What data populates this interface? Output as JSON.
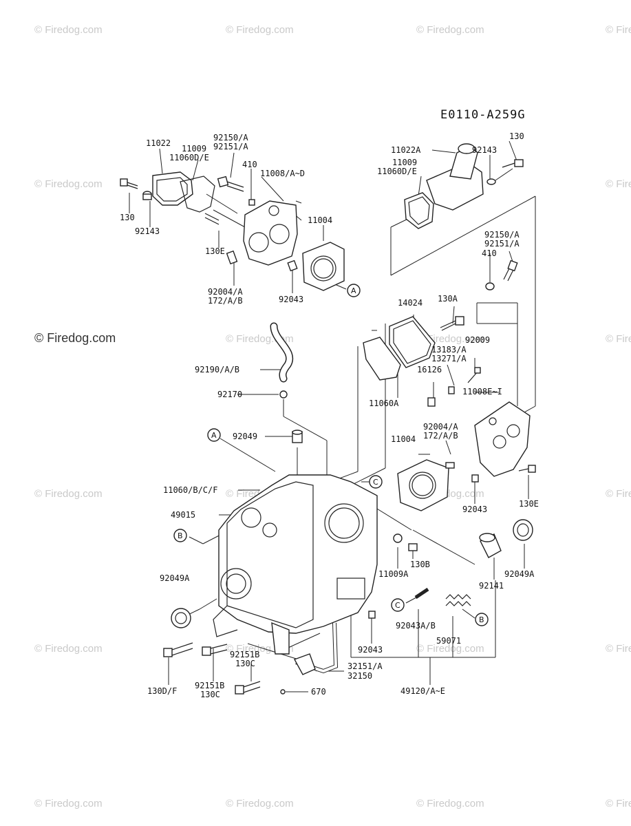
{
  "diagram_code": "E0110-A259G",
  "watermark": "© Firedog.com",
  "refs": [
    "A",
    "B",
    "C"
  ],
  "labels": {
    "l11022": "11022",
    "l11009a": "11009",
    "l11060de_a": "11060D/E",
    "l92150a_a": "92150/A",
    "l92151a_a": "92151/A",
    "l410_a": "410",
    "l11008ad": "11008/A~D",
    "l130_a": "130",
    "l92143_a": "92143",
    "l130e_a": "130E",
    "l11004_a": "11004",
    "l92004a_a": "92004/A",
    "l172ab_a": "172/A/B",
    "l92043_a": "92043",
    "l11022a": "11022A",
    "l11009b": "11009",
    "l11060de_b": "11060D/E",
    "l92143_b": "92143",
    "l130_b": "130",
    "l92150a_b": "92150/A",
    "l92151a_b": "92151/A",
    "l410_b": "410",
    "l14024": "14024",
    "l130a": "130A",
    "l92009": "92009",
    "l13183a": "13183/A",
    "l13271a": "13271/A",
    "l92190ab": "92190/A/B",
    "l16126": "16126",
    "l92170": "92170",
    "l11060a": "11060A",
    "l11008ei": "11008E~I",
    "l92049": "92049",
    "l92004a_b": "92004/A",
    "l172ab_b": "172/A/B",
    "l11004_b": "11004",
    "l11060bcf": "11060/B/C/F",
    "l49015": "49015",
    "l92043_b": "92043",
    "l130e_b": "130E",
    "l11009a_lbl": "11009A",
    "l130b": "130B",
    "l92049a_a": "92049A",
    "l92049a_b": "92049A",
    "l92141": "92141",
    "l92043ab": "92043A/B",
    "l59071": "59071",
    "l92043_c": "92043",
    "l92151b_a": "92151B",
    "l130c_a": "130C",
    "l92151b_b": "92151B",
    "l130c_b": "130C",
    "l130df": "130D/F",
    "l32151a": "32151/A",
    "l32150": "32150",
    "l670": "670",
    "l49120ae": "49120/A~E"
  }
}
